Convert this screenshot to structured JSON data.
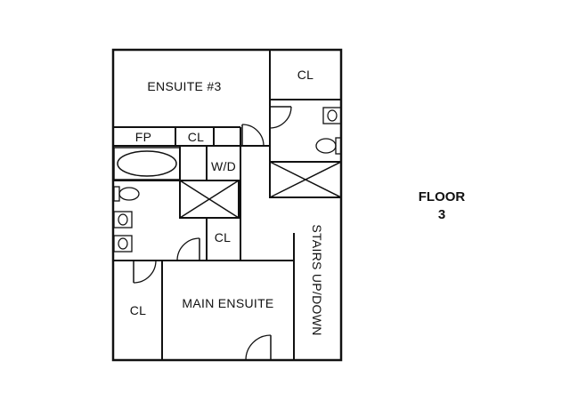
{
  "rooms": {
    "ensuite3": "ENSUITE #3",
    "cl_top_right": "CL",
    "fp": "FP",
    "cl_small": "CL",
    "wd": "W/D",
    "cl_mid": "CL",
    "stairs": "STAIRS UP/DOWN",
    "cl_bottom_left": "CL",
    "main_ensuite": "MAIN ENSUITE"
  },
  "floor": {
    "label": "FLOOR",
    "number": "3"
  },
  "colors": {
    "line": "#111111",
    "background": "#ffffff"
  }
}
